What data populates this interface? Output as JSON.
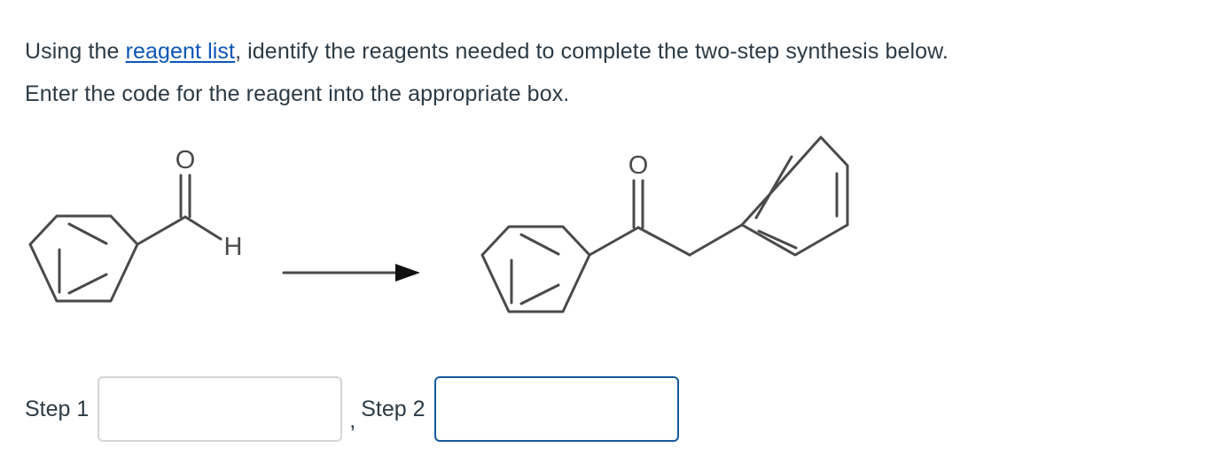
{
  "prompt": {
    "before_link": "Using the ",
    "link_text": "reagent list",
    "after_link": ", identify the reagents needed to complete the two-step synthesis below.",
    "line2": "Enter the code for the reagent into the appropriate box."
  },
  "scheme": {
    "reactant": {
      "name": "benzaldehyde",
      "oxygen_label": "O",
      "hydrogen_label": "H"
    },
    "arrow": {
      "name": "reaction-arrow",
      "direction": "right",
      "label_above": "",
      "label_below": ""
    },
    "product": {
      "name": "1,2-diphenylethanone",
      "oxygen_label": "O"
    }
  },
  "answer": {
    "step1_label": "Step 1",
    "separator": ",",
    "step2_label": "Step 2",
    "step1_value": "",
    "step2_value": "",
    "step1_placeholder": "",
    "step2_placeholder": "",
    "focused_field": "step2"
  },
  "colors": {
    "text": "#2d3b45",
    "link": "#0b56b5",
    "input_border_idle": "#d6d6d6",
    "input_border_focus": "#16599b",
    "structure_stroke": "#4a4a4a",
    "background": "#ffffff"
  }
}
